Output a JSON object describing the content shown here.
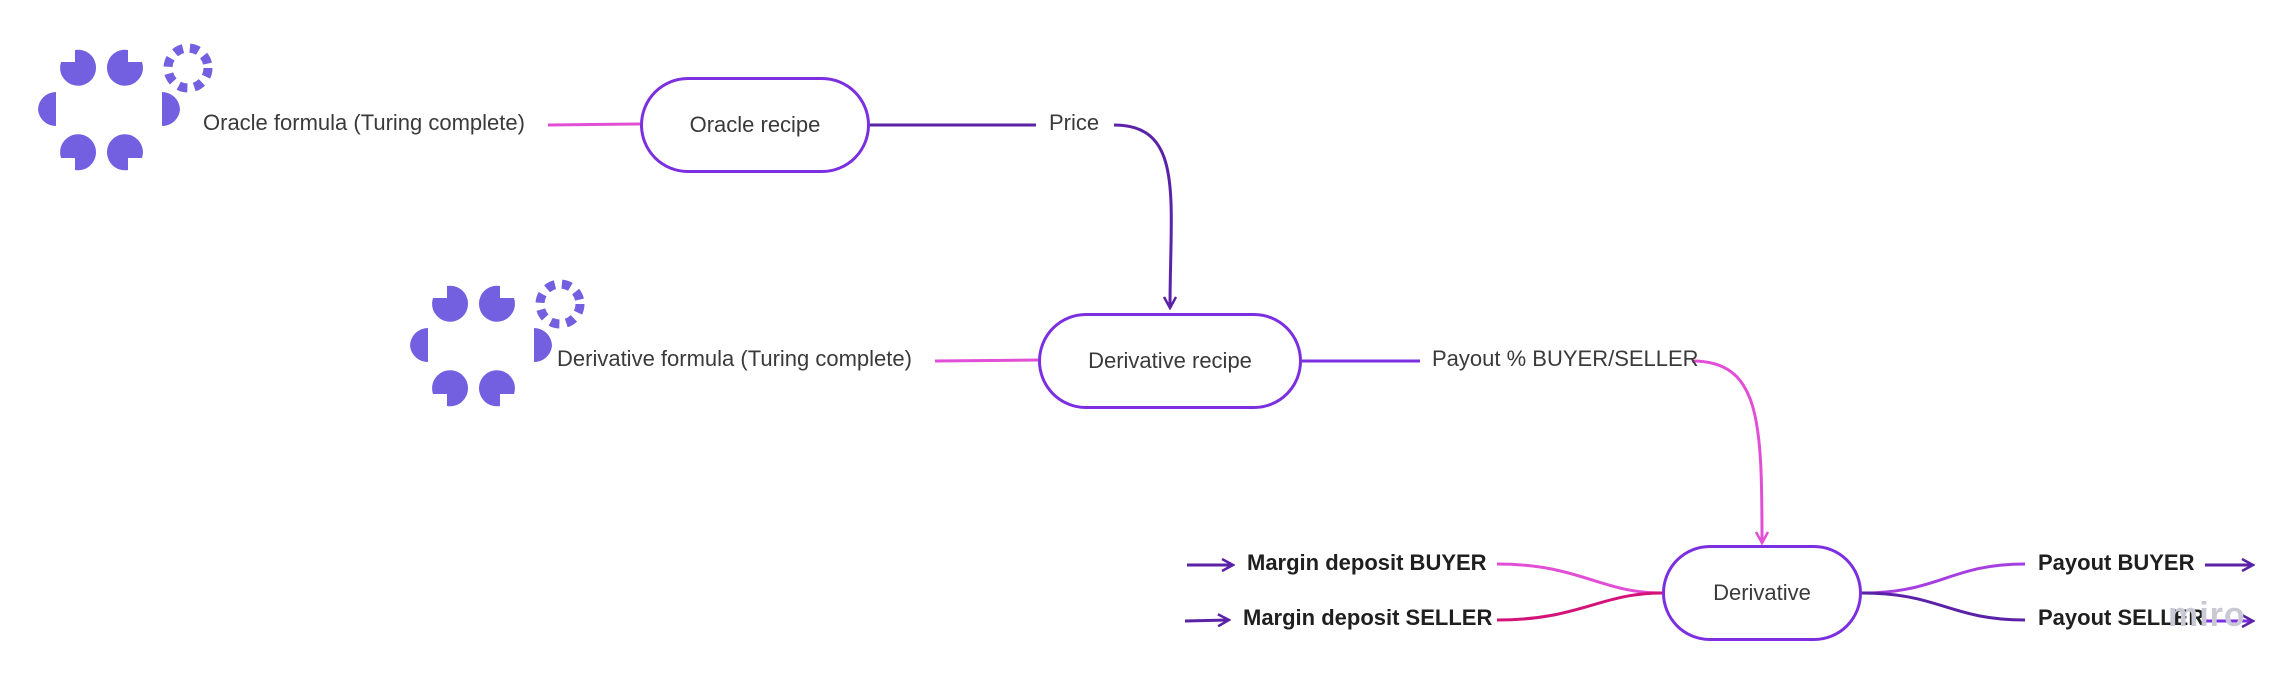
{
  "colors": {
    "node_border": "#7b2fe0",
    "link_purple": "#5b22a8",
    "link_pink": "#e24fd6",
    "link_magenta": "#d3127a",
    "link_violet": "#a63fe0",
    "logo": "#7260e0"
  },
  "diagram": {
    "oracle": {
      "formula_label": "Oracle formula (Turing complete)",
      "recipe_node": "Oracle recipe",
      "output_label": "Price"
    },
    "derivative_def": {
      "formula_label": "Derivative formula (Turing complete)",
      "recipe_node": "Derivative recipe",
      "output_label": "Payout % BUYER/SELLER"
    },
    "derivative": {
      "node": "Derivative",
      "inputs": [
        "Margin deposit BUYER",
        "Margin deposit SELLER"
      ],
      "outputs": [
        "Payout BUYER",
        "Payout SELLER"
      ]
    },
    "icons": [
      "dfinity-style-logo-icon",
      "dfinity-style-logo-icon"
    ],
    "watermark": "miro"
  }
}
